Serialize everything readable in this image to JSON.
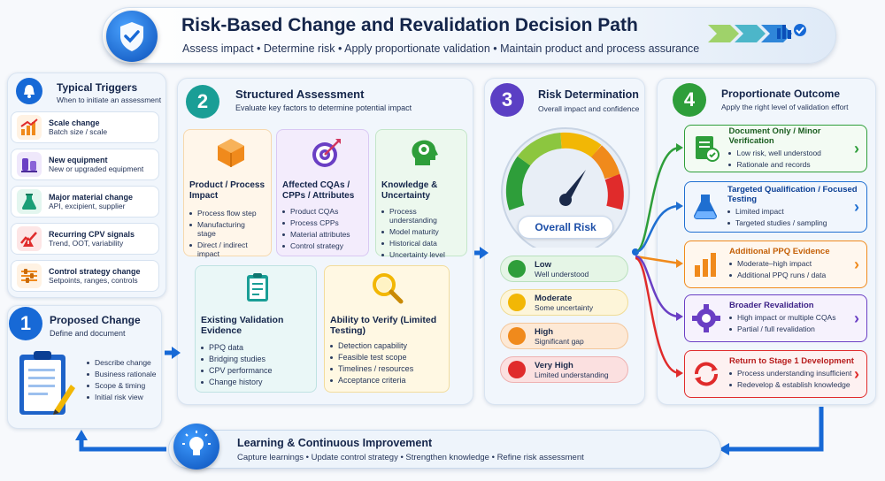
{
  "header": {
    "title": "Risk-Based Change and Revalidation Decision Path",
    "subtitle": "Assess impact  •  Determine risk  •  Apply proportionate validation  •  Maintain product and process assurance"
  },
  "triggers": {
    "title": "Typical Triggers",
    "subtitle": "When to initiate an assessment",
    "items": [
      {
        "title": "Scale change",
        "desc": "Batch size / scale",
        "icon": "chart-up-icon"
      },
      {
        "title": "New equipment",
        "desc": "New or upgraded equipment",
        "icon": "equipment-icon"
      },
      {
        "title": "Major material change",
        "desc": "API, excipient, supplier",
        "icon": "flask-icon"
      },
      {
        "title": "Recurring CPV signals",
        "desc": "Trend, OOT, variability",
        "icon": "warning-trend-icon"
      },
      {
        "title": "Control strategy change",
        "desc": "Setpoints, ranges, controls",
        "icon": "sliders-icon"
      }
    ]
  },
  "step1": {
    "number": "1",
    "title": "Proposed Change",
    "subtitle": "Define and document",
    "items": [
      "Describe change",
      "Business rationale",
      "Scope & timing",
      "Initial risk view"
    ]
  },
  "step2": {
    "number": "2",
    "title": "Structured Assessment",
    "subtitle": "Evaluate key factors to determine potential impact",
    "factors": [
      {
        "name": "Product / Process Impact",
        "items": [
          "Process flow step",
          "Manufacturing stage",
          "Direct / indirect impact"
        ]
      },
      {
        "name": "Affected CQAs / CPPs / Attributes",
        "items": [
          "Product CQAs",
          "Process CPPs",
          "Material attributes",
          "Control strategy"
        ]
      },
      {
        "name": "Knowledge & Uncertainty",
        "items": [
          "Process understanding",
          "Model maturity",
          "Historical data",
          "Uncertainty level"
        ]
      },
      {
        "name": "Existing Validation Evidence",
        "items": [
          "PPQ data",
          "Bridging studies",
          "CPV performance",
          "Change history"
        ]
      },
      {
        "name": "Ability to Verify (Limited Testing)",
        "items": [
          "Detection capability",
          "Feasible test scope",
          "Timelines / resources",
          "Acceptance criteria"
        ]
      }
    ]
  },
  "step3": {
    "number": "3",
    "title": "Risk Determination",
    "subtitle": "Overall impact and confidence",
    "gauge_label": "Overall Risk",
    "levels": [
      {
        "name": "Low",
        "desc": "Well understood",
        "color": "#2e9e3a"
      },
      {
        "name": "Moderate",
        "desc": "Some uncertainty",
        "color": "#f2b705"
      },
      {
        "name": "High",
        "desc": "Significant gap",
        "color": "#f08a1c"
      },
      {
        "name": "Very High",
        "desc": "Limited understanding",
        "color": "#e02b2b"
      }
    ]
  },
  "step4": {
    "number": "4",
    "title": "Proportionate Outcome",
    "subtitle": "Apply the right level of validation effort",
    "outcomes": [
      {
        "title": "Document Only / Minor Verification",
        "items": [
          "Low risk, well understood",
          "Rationale and records"
        ],
        "color": "#2e9e3a"
      },
      {
        "title": "Targeted Qualification / Focused Testing",
        "items": [
          "Limited impact",
          "Targeted studies / sampling"
        ],
        "color": "#1f6fd1"
      },
      {
        "title": "Additional PPQ Evidence",
        "items": [
          "Moderate–high impact",
          "Additional PPQ runs / data"
        ],
        "color": "#f08a1c"
      },
      {
        "title": "Broader Revalidation",
        "items": [
          "High impact or multiple CQAs",
          "Partial / full revalidation"
        ],
        "color": "#6a3fc4"
      },
      {
        "title": "Return to Stage 1 Development",
        "items": [
          "Process understanding insufficient",
          "Redevelop & establish knowledge"
        ],
        "color": "#e02b2b"
      }
    ]
  },
  "learning": {
    "title": "Learning & Continuous Improvement",
    "subtitle": "Capture learnings  •  Update control strategy  •  Strengthen knowledge  •  Refine risk assessment"
  }
}
